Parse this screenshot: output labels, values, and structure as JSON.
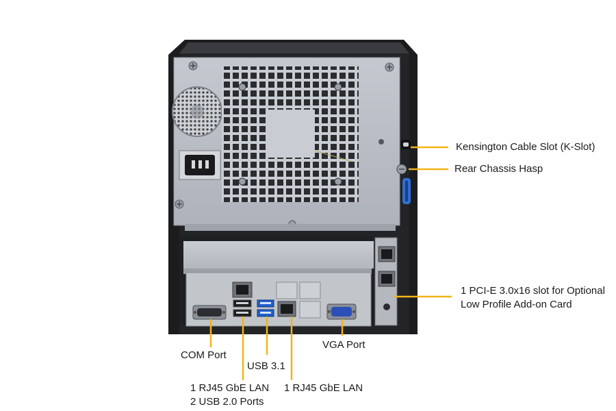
{
  "colors": {
    "callout_line": "#f2b418",
    "chassis_dark": "#1c1c1e",
    "panel_metal": "#b7bcc4",
    "label_text": "#1a1a1a"
  },
  "callouts": {
    "kensington": "Kensington Cable Slot (K-Slot)",
    "hasp": "Rear Chassis Hasp",
    "pcie_line1": "1 PCI-E 3.0x16 slot for Optional",
    "pcie_line2": "Low Profile Add-on Card",
    "com": "COM Port",
    "usb31": "USB 3.1",
    "vga": "VGA Port",
    "lan_usb_line1": "1 RJ45 GbE LAN",
    "lan_usb_line2": "2 USB 2.0 Ports",
    "lan": "1 RJ45 GbE LAN"
  },
  "icons": [
    "power-inlet-icon",
    "fan-grille-icon",
    "psu-vent-icon",
    "screw-icon",
    "rj45-port-icon",
    "usb-port-icon",
    "vga-port-icon",
    "com-port-icon"
  ]
}
